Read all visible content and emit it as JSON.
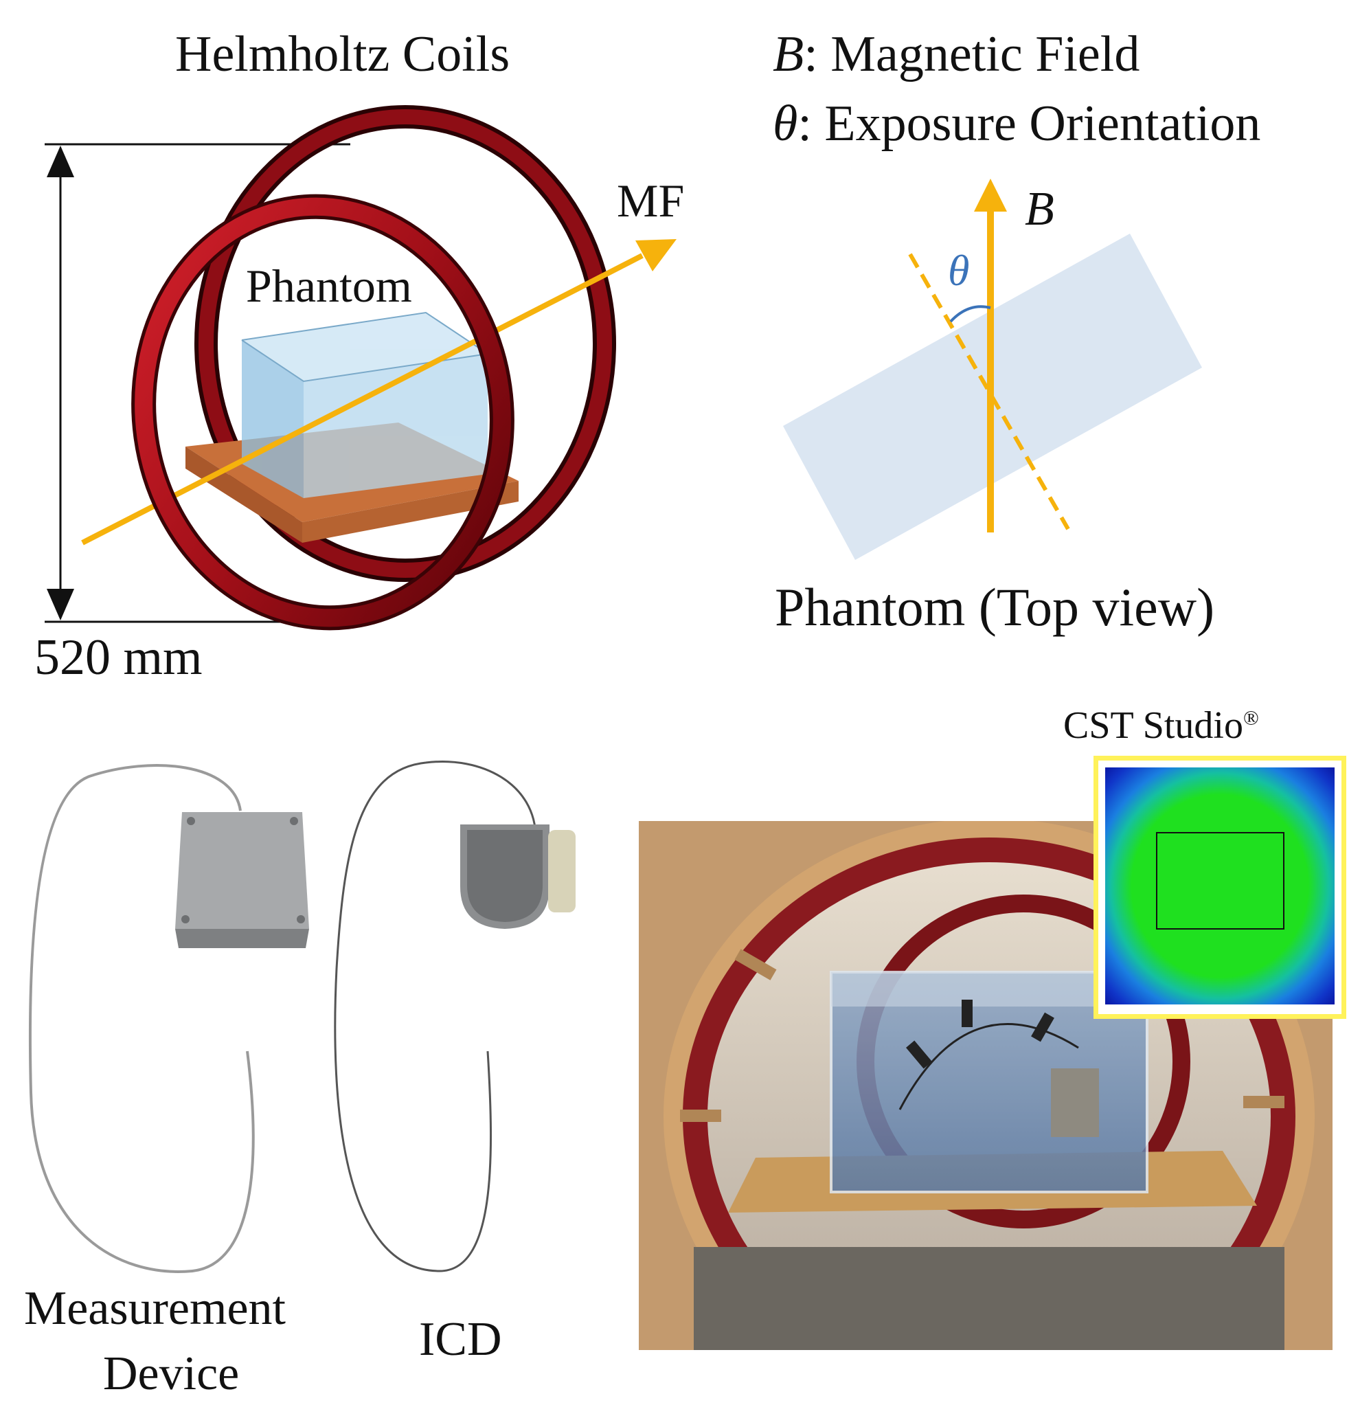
{
  "panels": {
    "helmholtz": {
      "title": "Helmholtz Coils",
      "phantom_label": "Phantom",
      "mf_label": "MF",
      "dimension_label": "520 mm"
    },
    "top_view": {
      "legend_b_symbol": "B",
      "legend_b_text": ": Magnetic Field",
      "legend_theta_symbol": "θ",
      "legend_theta_text": ": Exposure Orientation",
      "b_arrow_label": "B",
      "theta_label": "θ",
      "caption": "Phantom (Top view)"
    },
    "devices": {
      "measurement_label_line1": "Measurement",
      "measurement_label_line2": "Device",
      "icd_label": "ICD"
    },
    "setup_photo": {
      "inset_title": "CST Studio",
      "inset_title_mark": "®"
    }
  },
  "colors": {
    "coil_red": "#b5121b",
    "field_orange": "#f6b20c",
    "phantom_blue": "#a9cfe8",
    "platform_orange": "#c8703a",
    "theta_blue": "#3b73b9",
    "top_view_rect": "#dbe6f2",
    "inset_border": "#fff25a"
  }
}
